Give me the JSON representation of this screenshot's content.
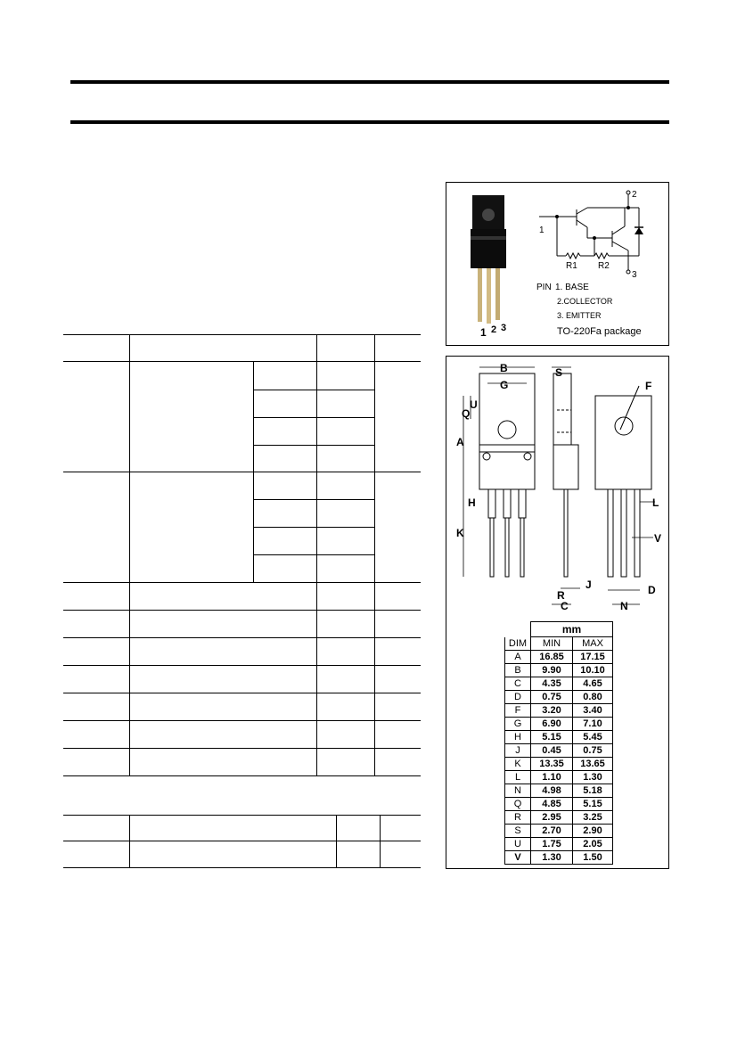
{
  "circuit": {
    "pin_numbers": [
      "1",
      "2",
      "3"
    ],
    "node_labels": [
      "1",
      "2",
      "3"
    ],
    "resistors": [
      "R1",
      "R2"
    ],
    "pin_title": "PIN",
    "pins": [
      "1. BASE",
      "2.COLLECTOR",
      "3. EMITTER"
    ],
    "package": "TO-220Fa package"
  },
  "drawing": {
    "labels": [
      "B",
      "S",
      "G",
      "F",
      "U",
      "Q",
      "A",
      "H",
      "L",
      "K",
      "V",
      "R",
      "J",
      "C",
      "N",
      "D"
    ]
  },
  "dimensions": {
    "unit": "mm",
    "headers": [
      "DIM",
      "MIN",
      "MAX"
    ],
    "rows": [
      [
        "A",
        "16.85",
        "17.15"
      ],
      [
        "B",
        "9.90",
        "10.10"
      ],
      [
        "C",
        "4.35",
        "4.65"
      ],
      [
        "D",
        "0.75",
        "0.80"
      ],
      [
        "F",
        "3.20",
        "3.40"
      ],
      [
        "G",
        "6.90",
        "7.10"
      ],
      [
        "H",
        "5.15",
        "5.45"
      ],
      [
        "J",
        "0.45",
        "0.75"
      ],
      [
        "K",
        "13.35",
        "13.65"
      ],
      [
        "L",
        "1.10",
        "1.30"
      ],
      [
        "N",
        "4.98",
        "5.18"
      ],
      [
        "Q",
        "4.85",
        "5.15"
      ],
      [
        "R",
        "2.95",
        "3.25"
      ],
      [
        "S",
        "2.70",
        "2.90"
      ],
      [
        "U",
        "1.75",
        "2.05"
      ],
      [
        "V",
        "1.30",
        "1.50"
      ]
    ]
  }
}
